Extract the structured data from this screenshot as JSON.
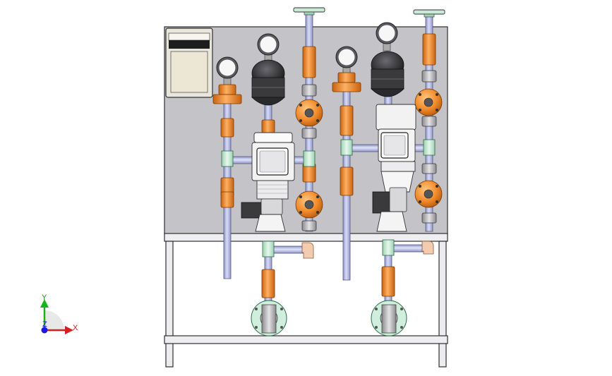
{
  "triad": {
    "y_label": "Y",
    "x_label": "X",
    "z_label": "Z",
    "colors": {
      "x": "#d62020",
      "y": "#16b416",
      "z": "#1a1ae0"
    }
  },
  "colors": {
    "background": "#ffffff",
    "panel": "#c4c4c8",
    "frame": "#e8e8ea",
    "pipe": "#b8bde6",
    "fitting_orange": "#f08a2a",
    "pump_black": "#2e2e30",
    "tee_green": "#c9ecd6",
    "motor_white": "#f4f4f4"
  }
}
